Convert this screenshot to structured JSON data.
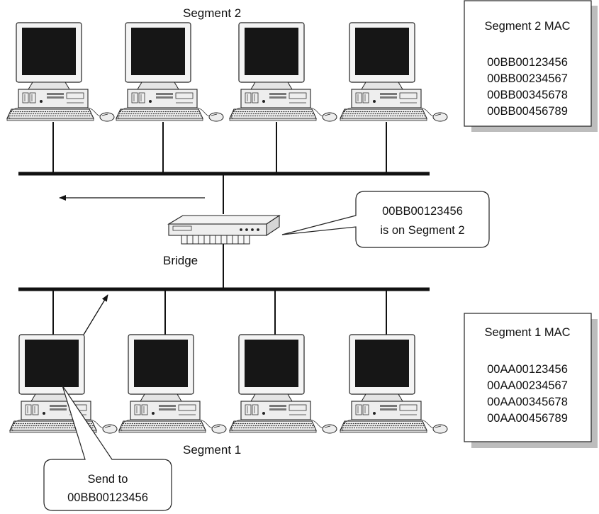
{
  "segment2": {
    "label": "Segment 2",
    "mac_box_title": "Segment 2 MAC",
    "mac_addresses": [
      "00BB00123456",
      "00BB00234567",
      "00BB00345678",
      "00BB00456789"
    ]
  },
  "segment1": {
    "label": "Segment 1",
    "mac_box_title": "Segment 1 MAC",
    "mac_addresses": [
      "00AA00123456",
      "00AA00234567",
      "00AA00345678",
      "00AA00456789"
    ]
  },
  "bridge": {
    "label": "Bridge",
    "callout_line1": "00BB00123456",
    "callout_line2": "is on Segment 2"
  },
  "sender": {
    "callout_line1": "Send to",
    "callout_line2": "00BB00123456"
  },
  "icons": {
    "computer": "desktop-computer-icon",
    "bridge": "network-bridge-icon"
  },
  "colors": {
    "line": "#111111",
    "screen": "#161616",
    "mac_box_shadow": "#bdbdbd"
  }
}
